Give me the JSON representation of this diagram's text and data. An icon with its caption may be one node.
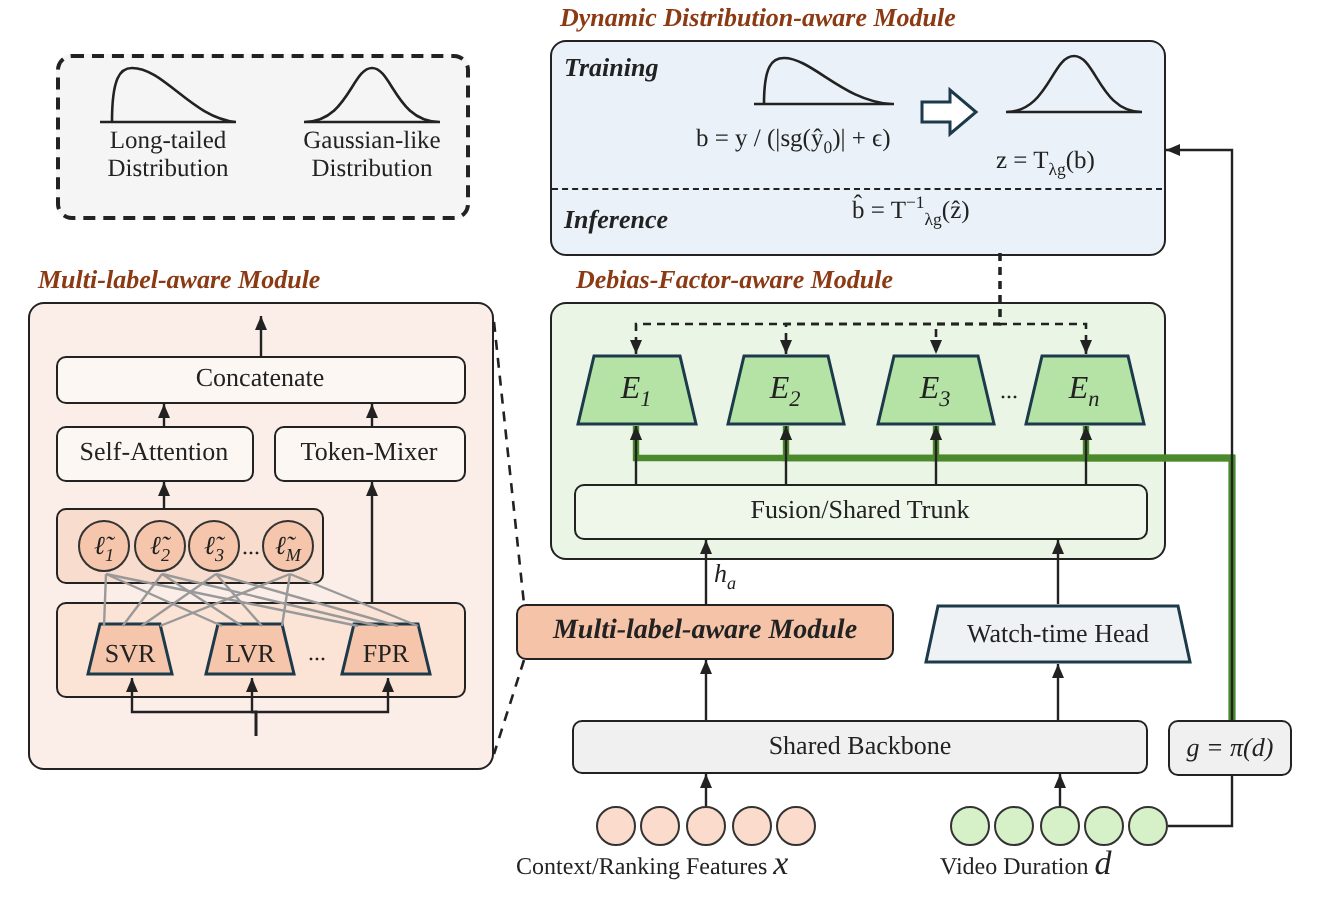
{
  "diagram": {
    "nodes": [
      {
        "text": [
          "Multi-label-aware Module"
        ]
      },
      {
        "text": [
          "Concatenate"
        ],
        "in": 0
      },
      {
        "text": [
          "Self-Attention"
        ],
        "in": 0
      },
      {
        "text": [
          "Token-Mixer"
        ],
        "in": 0
      },
      {
        "text": [],
        "shape": "box",
        "in": 0
      },
      {
        "text": [
          "ℓ̃$_{1}$"
        ],
        "in": 4
      },
      {
        "text": [
          "ℓ̃$_{2}$"
        ],
        "in": 4
      },
      {
        "text": [
          "ℓ̃$_{3}$"
        ],
        "in": 4
      },
      {
        "text": [
          "ℓ̃$_{M}$"
        ],
        "in": 4
      },
      {
        "text": [],
        "shape": "box",
        "in": 0
      },
      {
        "text": [
          "SVR"
        ],
        "in": 9
      },
      {
        "text": [
          "LVR"
        ],
        "in": 9
      },
      {
        "text": [
          "FPR"
        ],
        "in": 9
      },
      {
        "text": [
          "Dynamic Distribution-aware Module"
        ]
      },
      {
        "text": [
          "Training",
          "b = y / (|sg(ŷ$_{0}$)| + ϵ)",
          "z = T$_{λg}$(b)"
        ],
        "in": 13
      },
      {
        "text": [
          "Inference",
          "b̂ = T$^{−1}$$_{λg}$(ẑ)"
        ],
        "in": 13
      },
      {
        "text": [
          "Debias-Factor-aware Module"
        ]
      },
      {
        "text": [
          "E$_{1}$"
        ],
        "in": 16
      },
      {
        "text": [
          "E$_{2}$"
        ],
        "in": 16
      },
      {
        "text": [
          "E$_{3}$"
        ],
        "in": 16
      },
      {
        "text": [
          "E$_{n}$"
        ],
        "in": 16
      },
      {
        "text": [
          "Fusion/Shared Trunk"
        ],
        "in": 16
      },
      {
        "text": [
          "Multi-label-aware Module"
        ]
      },
      {
        "text": [
          "Watch-time Head"
        ]
      },
      {
        "text": [
          "Shared Backbone"
        ]
      },
      {
        "text": [
          "g = π(d)"
        ]
      },
      {
        "text": [],
        "shape": "circle"
      },
      {
        "text": [],
        "shape": "circle"
      },
      {
        "text": [],
        "shape": "circle"
      },
      {
        "text": [],
        "shape": "circle"
      },
      {
        "text": [],
        "shape": "circle"
      },
      {
        "text": [],
        "shape": "circle"
      },
      {
        "text": [],
        "shape": "circle"
      },
      {
        "text": [],
        "shape": "circle"
      },
      {
        "text": [],
        "shape": "circle"
      },
      {
        "text": [],
        "shape": "circle"
      }
    ],
    "edges": [
      {
        "from": null,
        "to": 10,
        "arrow": "to"
      },
      {
        "from": null,
        "to": 11,
        "arrow": "to"
      },
      {
        "from": null,
        "to": 12,
        "arrow": "to"
      },
      {
        "from": 10,
        "to": 5,
        "arrow": "none",
        "color": "#999999"
      },
      {
        "from": 10,
        "to": 6,
        "arrow": "none",
        "color": "#999999"
      },
      {
        "from": 10,
        "to": 7,
        "arrow": "none",
        "color": "#999999"
      },
      {
        "from": 10,
        "to": 8,
        "arrow": "none",
        "color": "#999999"
      },
      {
        "from": 11,
        "to": 5,
        "arrow": "none",
        "color": "#999999"
      },
      {
        "from": 11,
        "to": 6,
        "arrow": "none",
        "color": "#999999"
      },
      {
        "from": 11,
        "to": 7,
        "arrow": "none",
        "color": "#999999"
      },
      {
        "from": 11,
        "to": 8,
        "arrow": "none",
        "color": "#999999"
      },
      {
        "from": 12,
        "to": 5,
        "arrow": "none",
        "color": "#999999"
      },
      {
        "from": 12,
        "to": 6,
        "arrow": "none",
        "color": "#999999"
      },
      {
        "from": 12,
        "to": 7,
        "arrow": "none",
        "color": "#999999"
      },
      {
        "from": 12,
        "to": 8,
        "arrow": "none",
        "color": "#999999"
      },
      {
        "from": 4,
        "to": 2,
        "arrow": "to"
      },
      {
        "from": 9,
        "to": 3,
        "arrow": "to"
      },
      {
        "from": 2,
        "to": 1,
        "arrow": "to"
      },
      {
        "from": 3,
        "to": 1,
        "arrow": "to"
      },
      {
        "from": 1,
        "to": null,
        "arrow": "to"
      },
      {
        "from": 28,
        "to": 24,
        "arrow": "to"
      },
      {
        "from": 33,
        "to": 24,
        "arrow": "to"
      },
      {
        "from": 35,
        "to": 25,
        "arrow": "none"
      },
      {
        "from": 25,
        "to": 14,
        "arrow": "to"
      },
      {
        "from": 25,
        "to": 17,
        "arrow": "to",
        "style": "thick",
        "color": "#4b8a2c"
      },
      {
        "from": 25,
        "to": 18,
        "arrow": "to",
        "style": "thick",
        "color": "#4b8a2c"
      },
      {
        "from": 25,
        "to": 19,
        "arrow": "to",
        "style": "thick",
        "color": "#4b8a2c"
      },
      {
        "from": 25,
        "to": 20,
        "arrow": "to",
        "style": "thick",
        "color": "#4b8a2c"
      },
      {
        "from": 15,
        "to": 17,
        "arrow": "to",
        "style": "dashed"
      },
      {
        "from": 15,
        "to": 18,
        "arrow": "to",
        "style": "dashed"
      },
      {
        "from": 15,
        "to": 19,
        "arrow": "to",
        "style": "dashed"
      },
      {
        "from": 15,
        "to": 20,
        "arrow": "to",
        "style": "dashed"
      },
      {
        "from": 21,
        "to": 17,
        "arrow": "to"
      },
      {
        "from": 21,
        "to": 18,
        "arrow": "to"
      },
      {
        "from": 21,
        "to": 19,
        "arrow": "to"
      },
      {
        "from": 21,
        "to": 20,
        "arrow": "to"
      },
      {
        "from": 24,
        "to": 22,
        "arrow": "to"
      },
      {
        "from": 24,
        "to": 23,
        "arrow": "to"
      },
      {
        "from": 22,
        "to": 21,
        "arrow": "to",
        "label": "h$_{a}$"
      },
      {
        "from": 23,
        "to": 21,
        "arrow": "to"
      },
      {
        "from": 0,
        "to": 22,
        "arrow": "none",
        "style": "dashed"
      },
      {
        "from": 22,
        "to": 0,
        "arrow": "none",
        "style": "dashed"
      }
    ],
    "labels": [
      "...",
      "...",
      "...",
      "Context/Ranking Features *x*",
      "Video Duration *d*"
    ],
    "legend": [
      {
        "text": "Long-tailed Distribution"
      },
      {
        "text": "Gaussian-like Distribution"
      }
    ]
  }
}
